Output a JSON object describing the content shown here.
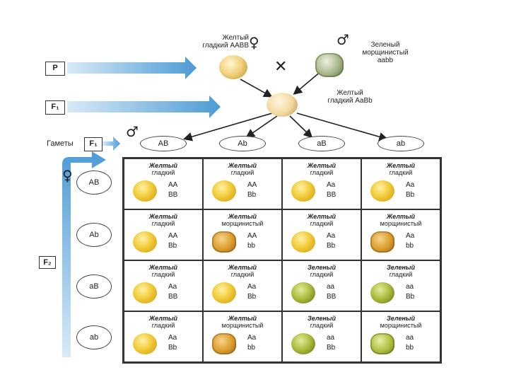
{
  "parents": {
    "female_label_1": "Желтый",
    "female_label_2": "гладкий ААВВ",
    "female_symbol": "♀",
    "cross_symbol": "✕",
    "male_symbol": "♂",
    "male_label_1": "Зеленый",
    "male_label_2": "морщинистый",
    "male_label_3": "aabb"
  },
  "f1": {
    "label_1": "Желтый",
    "label_2": "гладкий AaBb"
  },
  "generations": {
    "p": "P",
    "f1": "F₁",
    "gametes_text": "Гаметы",
    "gametes_box": "F₁",
    "f2": "F₂"
  },
  "male_gametes_symbol": "♂",
  "female_gametes_symbol": "♀",
  "male_gametes": [
    "AB",
    "Ab",
    "aB",
    "ab"
  ],
  "female_gametes": [
    "AB",
    "Ab",
    "aB",
    "ab"
  ],
  "punnett": [
    [
      {
        "p1": "Желтый",
        "p2": "гладкий",
        "g1": "AA",
        "g2": "BB",
        "pea": "smooth-yellow"
      },
      {
        "p1": "Желтый",
        "p2": "гладкий",
        "g1": "AA",
        "g2": "Bb",
        "pea": "smooth-yellow"
      },
      {
        "p1": "Желтый",
        "p2": "гладкий",
        "g1": "Aa",
        "g2": "BB",
        "pea": "smooth-yellow"
      },
      {
        "p1": "Желтый",
        "p2": "гладкий",
        "g1": "Aa",
        "g2": "Bb",
        "pea": "smooth-yellow"
      }
    ],
    [
      {
        "p1": "Желтый",
        "p2": "гладкий",
        "g1": "AA",
        "g2": "Bb",
        "pea": "smooth-yellow"
      },
      {
        "p1": "Желтый",
        "p2": "морщинистый",
        "g1": "AA",
        "g2": "bb",
        "pea": "wrinkled-yellow"
      },
      {
        "p1": "Желтый",
        "p2": "гладкий",
        "g1": "Aa",
        "g2": "Bb",
        "pea": "smooth-yellow"
      },
      {
        "p1": "Желтый",
        "p2": "морщинистый",
        "g1": "Aa",
        "g2": "bb",
        "pea": "wrinkled-yellow"
      }
    ],
    [
      {
        "p1": "Желтый",
        "p2": "гладкий",
        "g1": "Aa",
        "g2": "BB",
        "pea": "smooth-yellow"
      },
      {
        "p1": "Желтый",
        "p2": "гладкий",
        "g1": "Aa",
        "g2": "Bb",
        "pea": "smooth-yellow"
      },
      {
        "p1": "Зеленый",
        "p2": "гладкий",
        "g1": "aa",
        "g2": "BB",
        "pea": "smooth-green"
      },
      {
        "p1": "Зеленый",
        "p2": "гладкий",
        "g1": "aa",
        "g2": "Bb",
        "pea": "smooth-green"
      }
    ],
    [
      {
        "p1": "Желтый",
        "p2": "гладкий",
        "g1": "Aa",
        "g2": "Bb",
        "pea": "smooth-yellow"
      },
      {
        "p1": "Желтый",
        "p2": "морщинистый",
        "g1": "Aa",
        "g2": "bb",
        "pea": "wrinkled-yellow"
      },
      {
        "p1": "Зеленый",
        "p2": "гладкий",
        "g1": "aa",
        "g2": "Bb",
        "pea": "smooth-green"
      },
      {
        "p1": "Зеленый",
        "p2": "морщинистый",
        "g1": "aa",
        "g2": "bb",
        "pea": "wrinkled-green"
      }
    ]
  ]
}
